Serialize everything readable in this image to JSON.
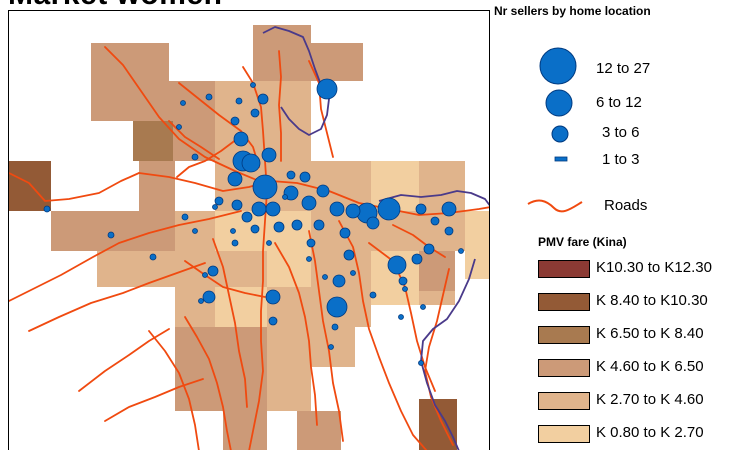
{
  "title": "Market women",
  "legend": {
    "sellers_title": "Nr sellers by home location",
    "sellers_classes": [
      {
        "label": "12 to 27"
      },
      {
        "label": "6 to 12"
      },
      {
        "label": "3 to 6"
      },
      {
        "label": "1 to 3"
      }
    ],
    "roads_label": "Roads",
    "fare_title": "PMV fare (Kina)",
    "fare_classes": [
      {
        "label": "K10.30 to K12.30",
        "color": "#8b3a34"
      },
      {
        "label": "K  8.40 to K10.30",
        "color": "#935a36"
      },
      {
        "label": "K  6.50 to K  8.40",
        "color": "#a87a50"
      },
      {
        "label": "K  4.60 to K  6.50",
        "color": "#cc9a78"
      },
      {
        "label": "K  2.70 to K  4.60",
        "color": "#e0b48c"
      },
      {
        "label": "K  0.80 to K  2.70",
        "color": "#f2cfa0"
      }
    ]
  },
  "colors": {
    "seller_symbol": "#0a6fc8",
    "road": "#f04a10",
    "boundary": "#4a3a8a"
  }
}
